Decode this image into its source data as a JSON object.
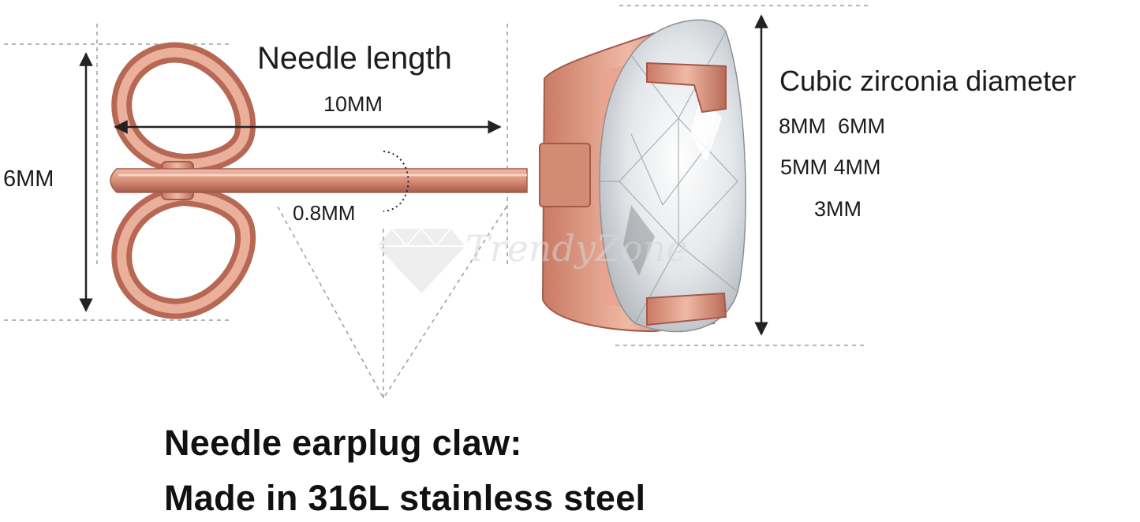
{
  "labels": {
    "needle_title": "Needle length",
    "needle_length": "10MM",
    "height": "6MM",
    "needle_thickness": "0.8MM",
    "cz_title": "Cubic zirconia diameter",
    "cz_sizes": [
      "8MM  6MM",
      "5MM 4MM",
      "3MM"
    ]
  },
  "footer": {
    "line1": "Needle earplug claw:",
    "line2": "Made in 316L stainless steel"
  },
  "watermark": {
    "text": "TrendyZone",
    "icon": "diamond-icon"
  },
  "colors": {
    "rose_gold": "#d9937c",
    "rose_gold_dark": "#a8594a",
    "rose_gold_light": "#f4c7b6",
    "dimension_line": "#222222",
    "guide_line": "#9a9a9a",
    "crystal": "#eef0f2"
  }
}
